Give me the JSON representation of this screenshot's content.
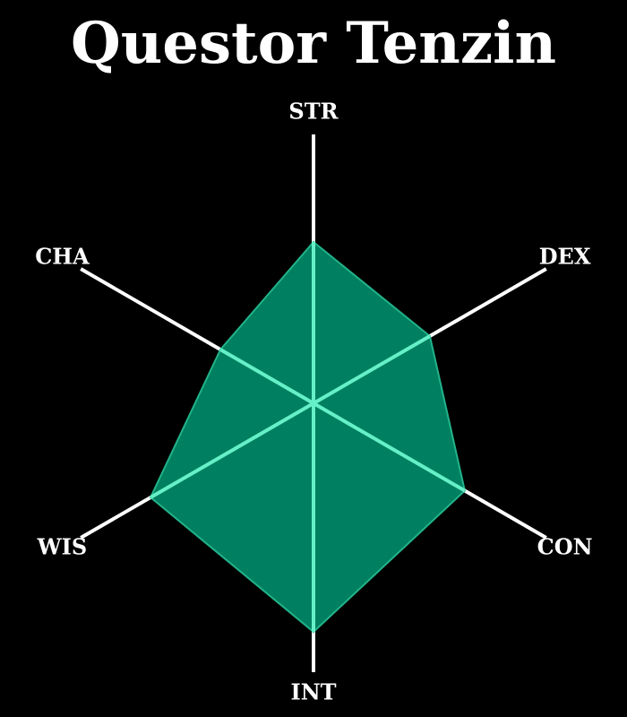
{
  "title": "Questor Tenzin",
  "colors": {
    "background": "#000000",
    "axis": "#ffffff",
    "fill": "#008060",
    "stroke": "#22b38a",
    "inner_axis": "#66f0c8"
  },
  "chart_data": {
    "type": "radar",
    "title": "Questor Tenzin",
    "axes": [
      "STR",
      "DEX",
      "CON",
      "INT",
      "WIS",
      "CHA"
    ],
    "values": [
      12,
      10,
      13,
      17,
      14,
      8
    ],
    "range": [
      0,
      20
    ],
    "grid": false,
    "legend": "none"
  }
}
